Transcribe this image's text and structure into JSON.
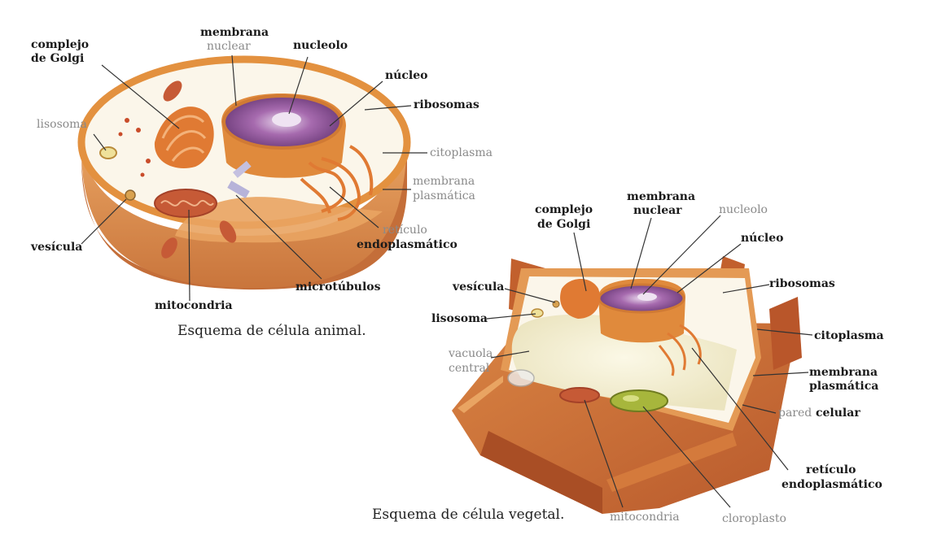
{
  "animal": {
    "caption": "Esquema de célula animal.",
    "labels": {
      "golgi_1": "complejo",
      "golgi_2": "de Golgi",
      "membrana_1": "membrana",
      "membrana_2": "nuclear",
      "nucleolo": "nucleolo",
      "nucleo": "núcleo",
      "ribosomas": "ribosomas",
      "lisosoma": "lisosoma",
      "citoplasma": "citoplasma",
      "membrana_plasmatica_1": "membrana",
      "membrana_plasmatica_2": "plasmática",
      "reticulo_1": "retículo",
      "reticulo_2": "endoplasmático",
      "vesicula": "vesícula",
      "microtubulos": "microtúbulos",
      "mitocondria": "mitocondria"
    }
  },
  "vegetal": {
    "caption": "Esquema de célula vegetal.",
    "labels": {
      "golgi_1": "complejo",
      "golgi_2": "de Golgi",
      "membrana_1": "membrana",
      "membrana_2": "nuclear",
      "nucleolo": "nucleolo",
      "nucleo": "núcleo",
      "vesicula": "vesícula",
      "ribosomas": "ribosomas",
      "lisosoma": "lisosoma",
      "citoplasma": "citoplasma",
      "vacuola_1": "vacuola",
      "vacuola_2": "central",
      "membrana_plasmatica_1": "membrana",
      "membrana_plasmatica_2": "plasmática",
      "pared_1": "pared",
      "pared_2": "celular",
      "reticulo_1": "retículo",
      "reticulo_2": "endoplasmático",
      "mitocondria": "mitocondria",
      "cloroplasto": "cloroplasto"
    }
  },
  "colors": {
    "membrane_orange": "#e3913f",
    "cell_body": "#d6874a",
    "cytoplasm": "#fbf6ea",
    "nucleus_purple": "#8b4f95",
    "golgi": "#e07a33",
    "wall": "#c96a35",
    "vacuole": "#f3eecf",
    "chloroplast": "#a7b63c",
    "leader_line": "#333333",
    "gray_label": "#8a8a8a"
  }
}
